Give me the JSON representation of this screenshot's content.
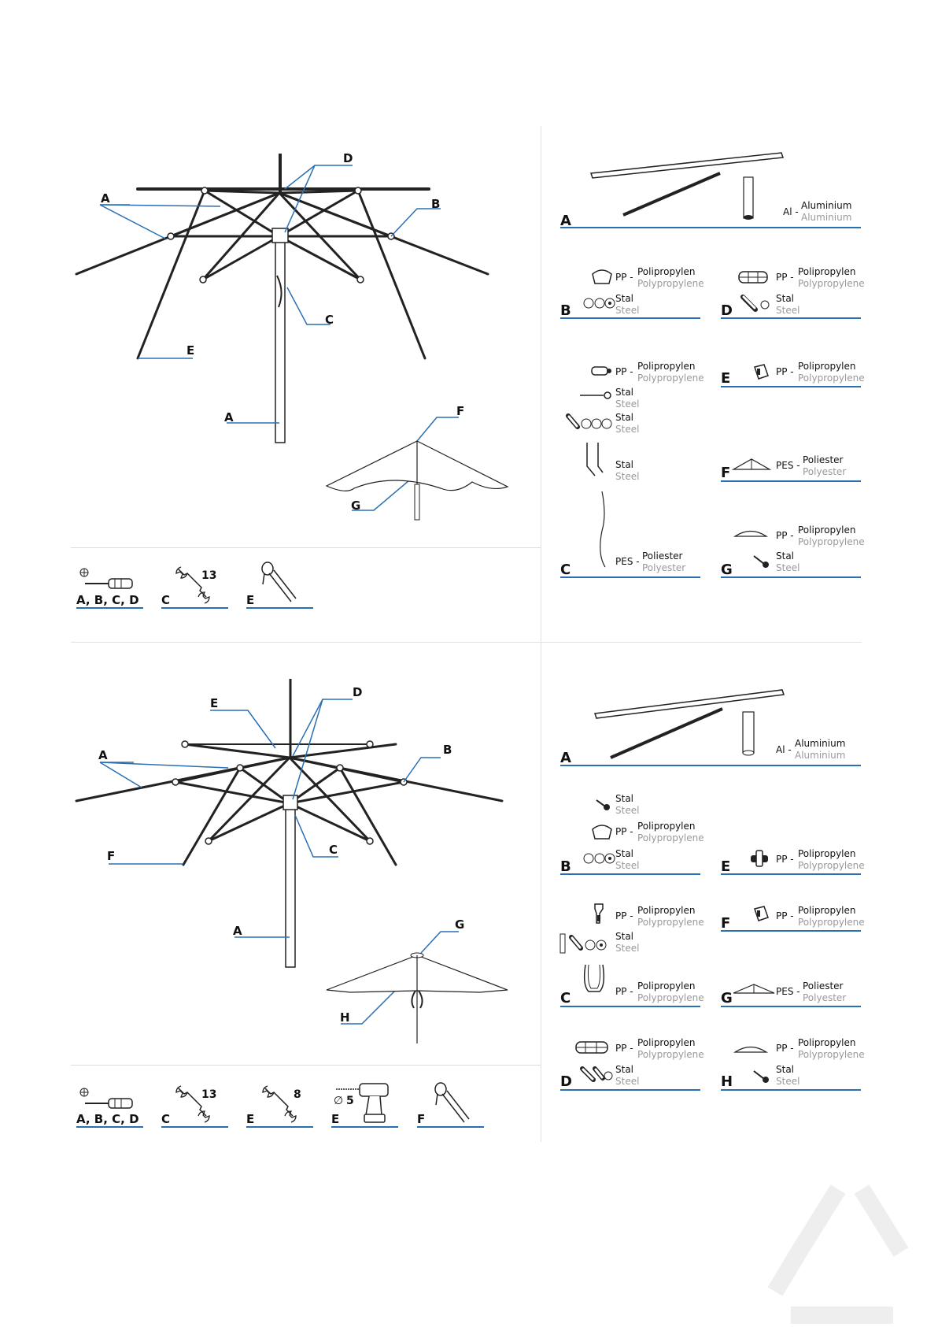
{
  "diagram1": {
    "callouts": {
      "A1": "A",
      "B": "B",
      "C": "C",
      "D": "D",
      "E": "E",
      "A2": "A",
      "F": "F",
      "G": "G"
    },
    "tools": [
      {
        "label": "A, B, C, D"
      },
      {
        "label": "C",
        "number": "13"
      },
      {
        "label": "E"
      }
    ]
  },
  "diagram2": {
    "callouts": {
      "E": "E",
      "D": "D",
      "A1": "A",
      "B": "B",
      "F": "F",
      "C": "C",
      "A2": "A",
      "G": "G",
      "H": "H"
    },
    "tools": [
      {
        "label": "A, B, C, D"
      },
      {
        "label": "C",
        "number": "13"
      },
      {
        "label": "E",
        "number": "8"
      },
      {
        "label": "E",
        "number": "5",
        "prefix": "∅"
      },
      {
        "label": "F"
      }
    ]
  },
  "parts1": {
    "A": {
      "letter": "A",
      "code": "Al -",
      "pl": "Aluminium",
      "en": "Aluminium"
    },
    "B": {
      "letter": "B",
      "rows": [
        {
          "code": "PP -",
          "pl": "Polipropylen",
          "en": "Polypropylene"
        },
        {
          "pl": "Stal",
          "en": "Steel"
        }
      ]
    },
    "D": {
      "letter": "D",
      "rows": [
        {
          "code": "PP -",
          "pl": "Polipropylen",
          "en": "Polypropylene"
        },
        {
          "pl": "Stal",
          "en": "Steel"
        }
      ]
    },
    "C": {
      "letter": "C",
      "rows": [
        {
          "code": "PP -",
          "pl": "Polipropylen",
          "en": "Polypropylene"
        },
        {
          "pl": "Stal",
          "en": "Steel"
        },
        {
          "pl": "Stal",
          "en": "Steel"
        },
        {
          "pl": "Stal",
          "en": "Steel"
        },
        {
          "code": "PES -",
          "pl": "Poliester",
          "en": "Polyester"
        }
      ]
    },
    "E": {
      "letter": "E",
      "rows": [
        {
          "code": "PP -",
          "pl": "Polipropylen",
          "en": "Polypropylene"
        }
      ]
    },
    "F": {
      "letter": "F",
      "rows": [
        {
          "code": "PES -",
          "pl": "Poliester",
          "en": "Polyester"
        }
      ]
    },
    "G": {
      "letter": "G",
      "rows": [
        {
          "code": "PP -",
          "pl": "Polipropylen",
          "en": "Polypropylene"
        },
        {
          "pl": "Stal",
          "en": "Steel"
        }
      ]
    }
  },
  "parts2": {
    "A": {
      "letter": "A",
      "code": "Al -",
      "pl": "Aluminium",
      "en": "Aluminium"
    },
    "B": {
      "letter": "B",
      "rows": [
        {
          "pl": "Stal",
          "en": "Steel"
        },
        {
          "code": "PP -",
          "pl": "Polipropylen",
          "en": "Polypropylene"
        },
        {
          "pl": "Stal",
          "en": "Steel"
        }
      ]
    },
    "E": {
      "letter": "E",
      "rows": [
        {
          "code": "PP -",
          "pl": "Polipropylen",
          "en": "Polypropylene"
        }
      ]
    },
    "C": {
      "letter": "C",
      "rows": [
        {
          "code": "PP -",
          "pl": "Polipropylen",
          "en": "Polypropylene"
        },
        {
          "pl": "Stal",
          "en": "Steel"
        },
        {
          "code": "PP -",
          "pl": "Polipropylen",
          "en": "Polypropylene"
        }
      ]
    },
    "F": {
      "letter": "F",
      "rows": [
        {
          "code": "PP -",
          "pl": "Polipropylen",
          "en": "Polypropylene"
        }
      ]
    },
    "G": {
      "letter": "G",
      "rows": [
        {
          "code": "PES -",
          "pl": "Poliester",
          "en": "Polyester"
        }
      ]
    },
    "D": {
      "letter": "D",
      "rows": [
        {
          "code": "PP -",
          "pl": "Polipropylen",
          "en": "Polypropylene"
        },
        {
          "pl": "Stal",
          "en": "Steel"
        }
      ]
    },
    "H": {
      "letter": "H",
      "rows": [
        {
          "code": "PP -",
          "pl": "Polipropylen",
          "en": "Polypropylene"
        },
        {
          "pl": "Stal",
          "en": "Steel"
        }
      ]
    }
  },
  "colors": {
    "accent": "#2a6fb3",
    "line": "#222222",
    "muted": "#999999"
  }
}
